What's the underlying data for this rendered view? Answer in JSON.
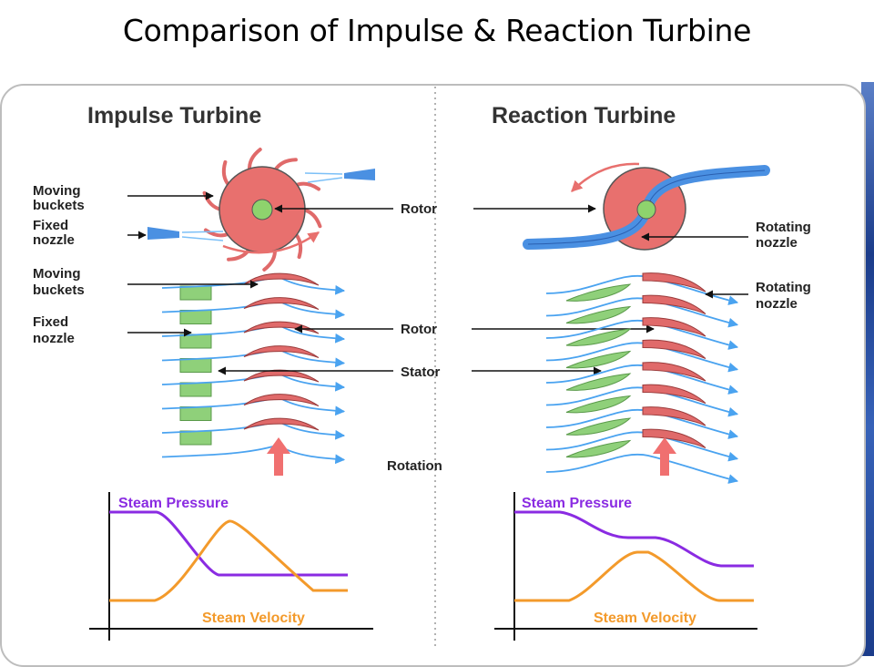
{
  "slide": {
    "title": "Comparison of Impulse & Reaction Turbine"
  },
  "impulse": {
    "heading": "Impulse Turbine",
    "labels": {
      "moving_buckets_top": [
        "Moving",
        "buckets"
      ],
      "fixed_nozzle_top": [
        "Fixed",
        "nozzle"
      ],
      "moving_buckets_mid": [
        "Moving",
        "buckets"
      ],
      "fixed_nozzle_mid": [
        "Fixed",
        "nozzle"
      ]
    },
    "graph": {
      "pressure_label": "Steam Pressure",
      "velocity_label": "Steam Velocity"
    }
  },
  "reaction": {
    "heading": "Reaction Turbine",
    "labels": {
      "rotating_nozzle_top": [
        "Rotating",
        "nozzle"
      ],
      "rotating_nozzle_mid": [
        "Rotating",
        "nozzle"
      ]
    },
    "graph": {
      "pressure_label": "Steam Pressure",
      "velocity_label": "Steam Velocity"
    }
  },
  "shared_labels": {
    "rotor_top": "Rotor",
    "rotor_mid": "Rotor",
    "stator": "Stator",
    "rotation": "Rotation"
  },
  "colors": {
    "rotor_fill": "#e8706e",
    "hub_fill": "#8ed36d",
    "nozzle_fill": "#4a90e2",
    "blade_rotor": "#e06a6a",
    "blade_stator": "#8fd07a",
    "flow": "#4aa3f0",
    "pressure": "#8a2be2",
    "velocity": "#f39a2b",
    "arrow": "#f07070"
  }
}
